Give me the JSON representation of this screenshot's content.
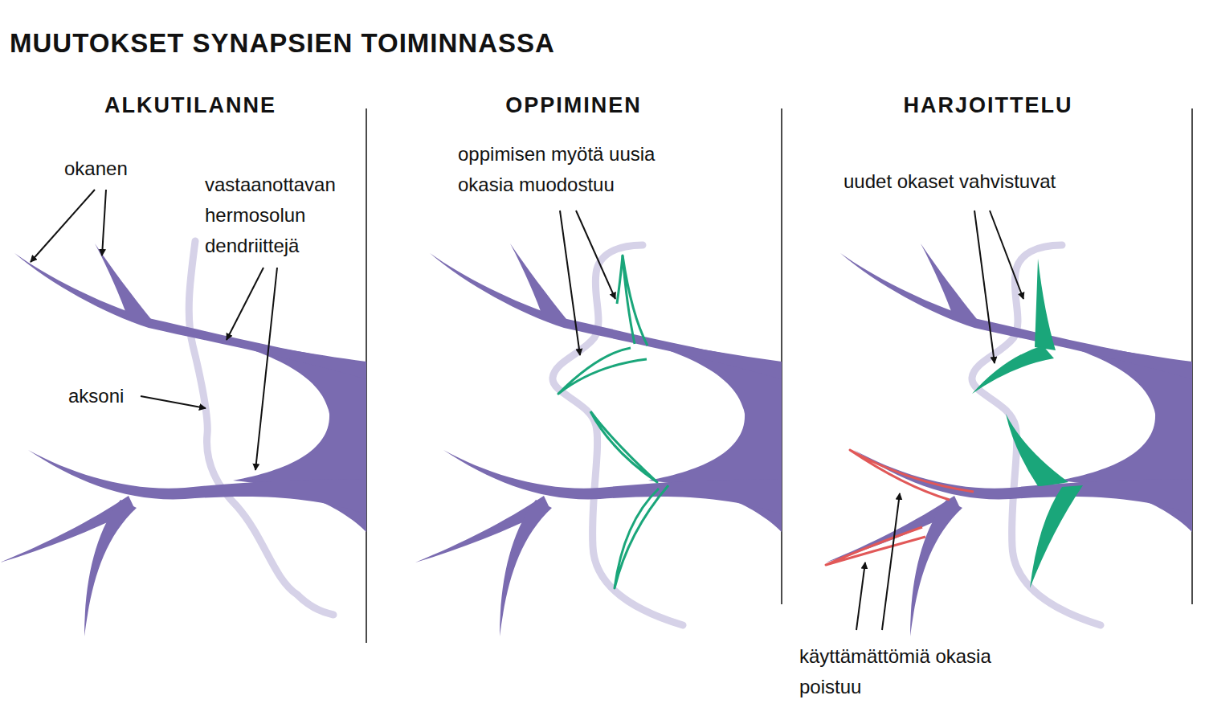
{
  "diagram": {
    "title": "MUUTOKSET SYNAPSIEN TOIMINNASSA",
    "labels": [
      "ALKUTILANNE",
      "OPPIMINEN",
      "HARJOITTELU",
      "okanen",
      "vastaanottavan hermosolun dendriittejä",
      "aksoni",
      "oppimisen myötä uusia okasia muodostuu",
      "uudet okaset vahvistuvat",
      "käyttämättömiä okasia poistuu"
    ]
  }
}
